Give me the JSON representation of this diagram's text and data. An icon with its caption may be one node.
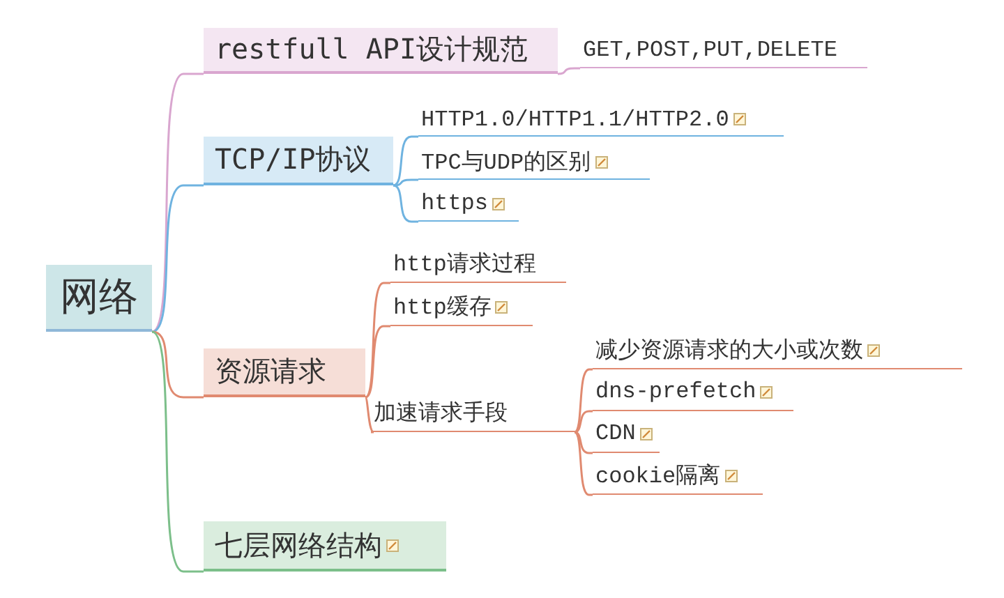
{
  "diagram": {
    "nodes": [
      {
        "text": [
          "网络"
        ]
      },
      {
        "text": [
          "restfull API设计规范"
        ]
      },
      {
        "text": [
          "GET,POST,PUT,DELETE"
        ]
      },
      {
        "text": [
          "TCP/IP协议"
        ]
      },
      {
        "text": [
          "HTTP1.0/HTTP1.1/HTTP2.0"
        ]
      },
      {
        "text": [
          "TPC与UDP的区别"
        ]
      },
      {
        "text": [
          "https"
        ]
      },
      {
        "text": [
          "资源请求"
        ]
      },
      {
        "text": [
          "http请求过程"
        ]
      },
      {
        "text": [
          "http缓存"
        ]
      },
      {
        "text": [
          "加速请求手段"
        ]
      },
      {
        "text": [
          "减少资源请求的大小或次数"
        ]
      },
      {
        "text": [
          "dns-prefetch"
        ]
      },
      {
        "text": [
          "CDN"
        ]
      },
      {
        "text": [
          "cookie隔离"
        ]
      },
      {
        "text": [
          "七层网络结构"
        ]
      }
    ],
    "edges": [
      {
        "from": 0,
        "to": 1,
        "arrow": "none",
        "color": "#d9a6cf"
      },
      {
        "from": 1,
        "to": 2,
        "arrow": "none",
        "color": "#d9a6cf"
      },
      {
        "from": 0,
        "to": 3,
        "arrow": "none",
        "color": "#6fb3e0"
      },
      {
        "from": 3,
        "to": 4,
        "arrow": "none",
        "color": "#6fb3e0"
      },
      {
        "from": 3,
        "to": 5,
        "arrow": "none",
        "color": "#6fb3e0"
      },
      {
        "from": 3,
        "to": 6,
        "arrow": "none",
        "color": "#6fb3e0"
      },
      {
        "from": 0,
        "to": 7,
        "arrow": "none",
        "color": "#e08a70"
      },
      {
        "from": 7,
        "to": 8,
        "arrow": "none",
        "color": "#e08a70"
      },
      {
        "from": 7,
        "to": 9,
        "arrow": "none",
        "color": "#e08a70"
      },
      {
        "from": 7,
        "to": 10,
        "arrow": "none",
        "color": "#e08a70"
      },
      {
        "from": 10,
        "to": 11,
        "arrow": "none",
        "color": "#e08a70"
      },
      {
        "from": 10,
        "to": 12,
        "arrow": "none",
        "color": "#e08a70"
      },
      {
        "from": 10,
        "to": 13,
        "arrow": "none",
        "color": "#e08a70"
      },
      {
        "from": 10,
        "to": 14,
        "arrow": "none",
        "color": "#e08a70"
      },
      {
        "from": 0,
        "to": 15,
        "arrow": "none",
        "color": "#7cbf8a"
      }
    ]
  }
}
